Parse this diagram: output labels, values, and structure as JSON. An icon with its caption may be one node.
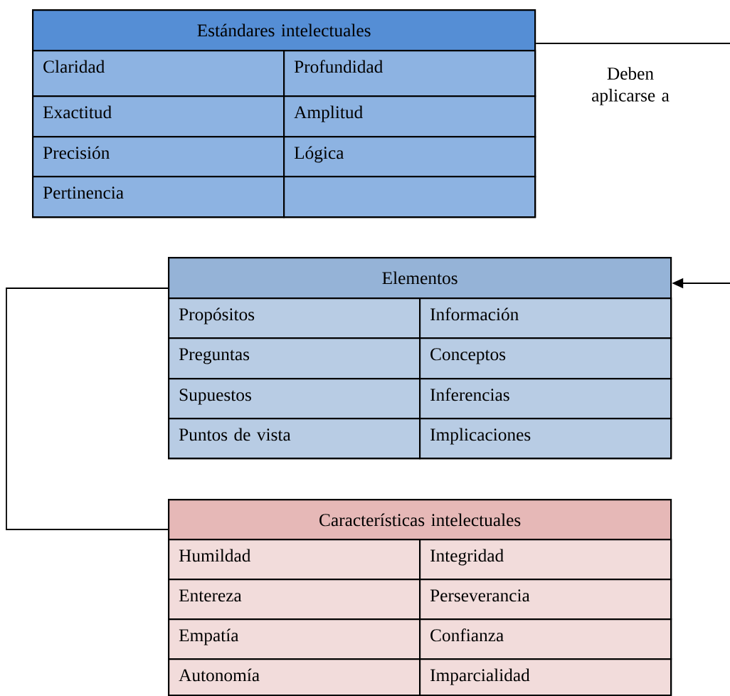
{
  "diagram": {
    "nodes": [
      {
        "text": [
          "Estándares intelectuales"
        ]
      },
      {
        "text": [
          "Claridad"
        ],
        "in": 0
      },
      {
        "text": [
          "Profundidad"
        ],
        "in": 0
      },
      {
        "text": [
          "Exactitud"
        ],
        "in": 0
      },
      {
        "text": [
          "Amplitud"
        ],
        "in": 0
      },
      {
        "text": [
          "Precisión"
        ],
        "in": 0
      },
      {
        "text": [
          "Lógica"
        ],
        "in": 0
      },
      {
        "text": [
          "Pertinencia"
        ],
        "in": 0
      },
      {
        "text": [],
        "shape": "box",
        "in": 0
      },
      {
        "text": [
          "Elementos"
        ]
      },
      {
        "text": [
          "Propósitos"
        ],
        "in": 9
      },
      {
        "text": [
          "Información"
        ],
        "in": 9
      },
      {
        "text": [
          "Preguntas"
        ],
        "in": 9
      },
      {
        "text": [
          "Conceptos"
        ],
        "in": 9
      },
      {
        "text": [
          "Supuestos"
        ],
        "in": 9
      },
      {
        "text": [
          "Inferencias"
        ],
        "in": 9
      },
      {
        "text": [
          "Puntos de vista"
        ],
        "in": 9
      },
      {
        "text": [
          "Implicaciones"
        ],
        "in": 9
      },
      {
        "text": [
          "Características intelectuales"
        ]
      },
      {
        "text": [
          "Humildad"
        ],
        "in": 18
      },
      {
        "text": [
          "Integridad"
        ],
        "in": 18
      },
      {
        "text": [
          "Entereza"
        ],
        "in": 18
      },
      {
        "text": [
          "Perseverancia"
        ],
        "in": 18
      },
      {
        "text": [
          "Empatía"
        ],
        "in": 18
      },
      {
        "text": [
          "Confianza"
        ],
        "in": 18
      },
      {
        "text": [
          "Autonomía"
        ],
        "in": 18
      },
      {
        "text": [
          "Imparcialidad"
        ],
        "in": 18
      }
    ],
    "edges": [
      {
        "from": 0,
        "to": 9,
        "arrow": "to",
        "label": "Deben aplicarse a"
      },
      {
        "from": 9,
        "to": 18,
        "arrow": "none"
      }
    ]
  }
}
